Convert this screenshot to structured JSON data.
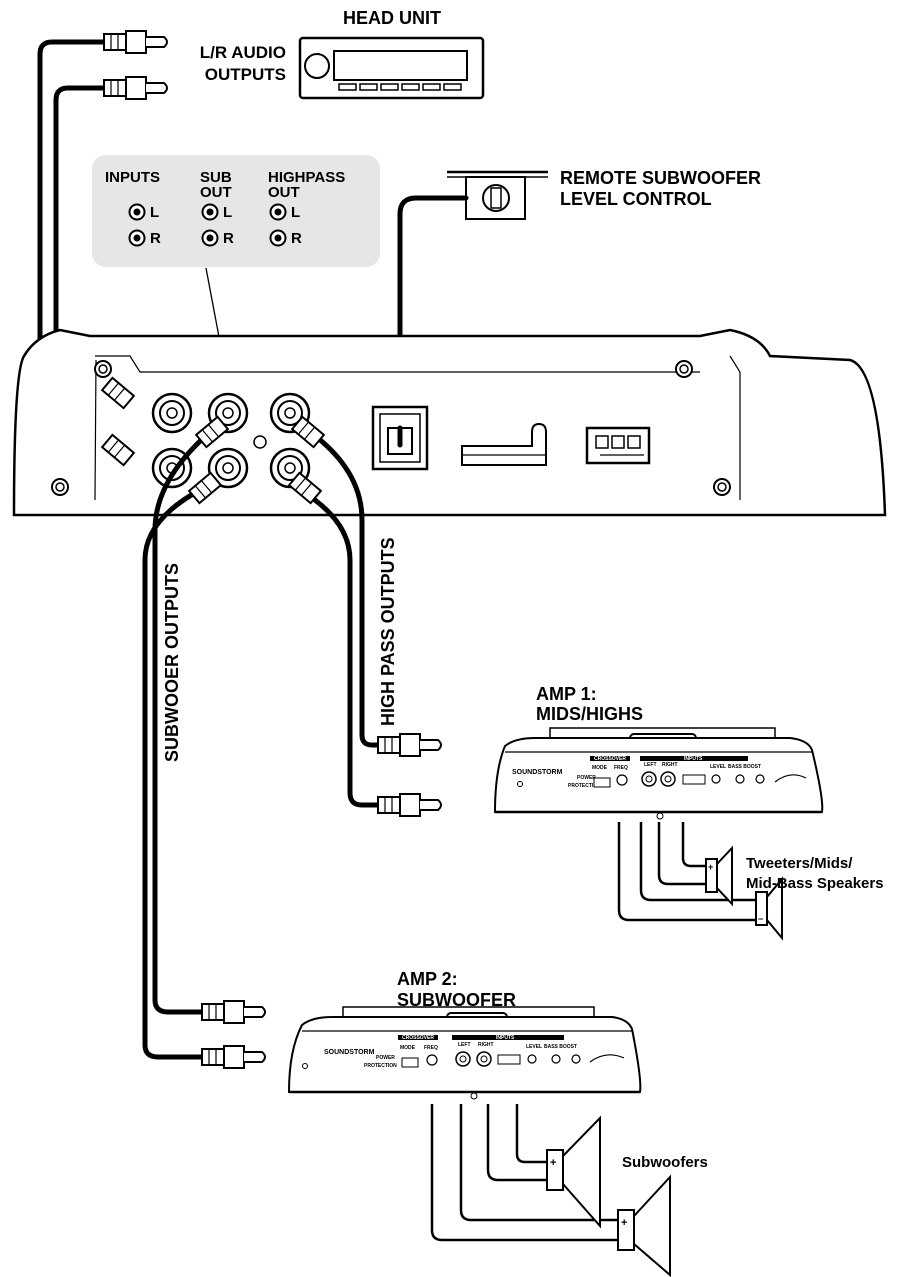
{
  "labels": {
    "head_unit": "HEAD UNIT",
    "lr_audio_1": "L/R AUDIO",
    "lr_audio_2": "OUTPUTS",
    "remote_1": "REMOTE SUBWOOFER",
    "remote_2": "LEVEL CONTROL",
    "legend_inputs": "INPUTS",
    "legend_sub_1": "SUB",
    "legend_sub_2": "OUT",
    "legend_hp_1": "HIGHPASS",
    "legend_hp_2": "OUT",
    "ch_left": "L",
    "ch_right": "R",
    "subwoofer_outputs": "SUBWOOER OUTPUTS",
    "high_pass_outputs": "HIGH PASS OUTPUTS",
    "amp1_1": "AMP 1:",
    "amp1_2": "MIDS/HIGHS",
    "amp2_1": "AMP 2:",
    "amp2_2": "SUBWOOFER",
    "tweeters_1": "Tweeters/Mids/",
    "tweeters_2": "Mid-Bass Speakers",
    "subwoofers": "Subwoofers"
  },
  "amp_panel": {
    "brand": "SOUNDSTORM",
    "crossover": "CROSSOVER",
    "inputs": "INPUTS",
    "mode": "MODE",
    "freq": "FREQ",
    "left": "LEFT",
    "right": "RIGHT",
    "level": "LEVEL",
    "bass_boost": "BASS BOOST",
    "power": "POWER",
    "protection": "PROTECTION",
    "plus": "+",
    "minus": "−"
  }
}
